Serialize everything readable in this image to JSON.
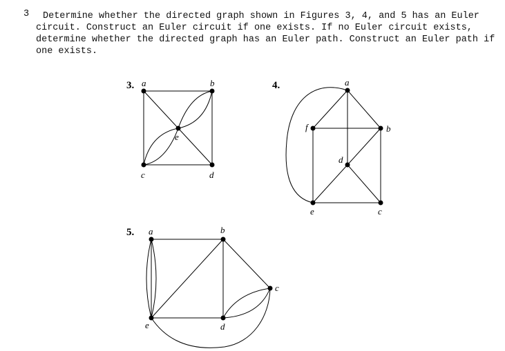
{
  "problem": {
    "number": "3",
    "lines": [
      "Determine whether the directed graph shown in Figures 3, 4, and 5 has an Euler",
      "circuit. Construct an Euler circuit if one exists. If no Euler circuit exists,",
      "determine whether the directed graph has an Euler path. Construct an Euler path if",
      "one exists."
    ]
  },
  "figures": [
    {
      "number": "3.",
      "vertices": [
        "a",
        "b",
        "c",
        "d",
        "e"
      ]
    },
    {
      "number": "4.",
      "vertices": [
        "a",
        "b",
        "c",
        "d",
        "e",
        "f"
      ]
    },
    {
      "number": "5.",
      "vertices": [
        "a",
        "b",
        "c",
        "d",
        "e"
      ]
    }
  ]
}
